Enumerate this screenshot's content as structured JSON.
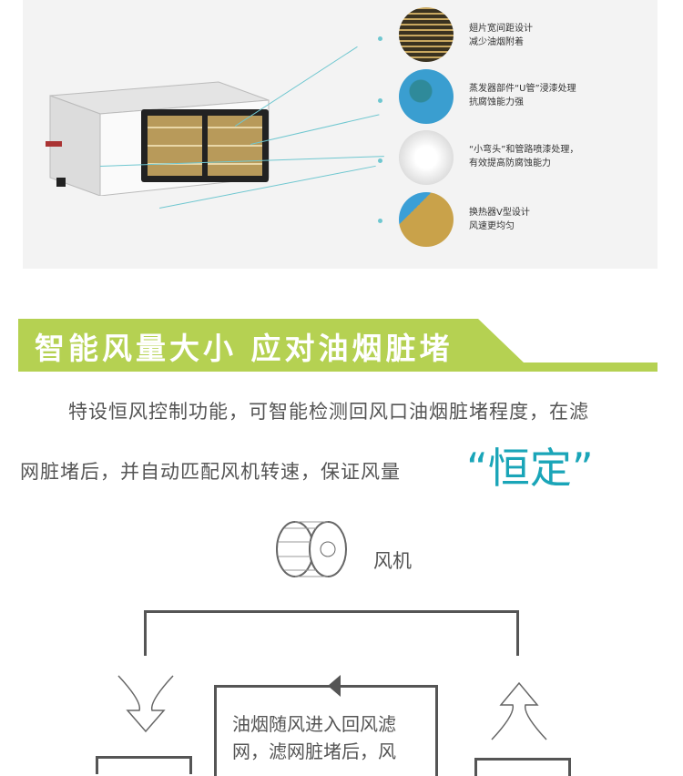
{
  "features": [
    {
      "line1": "翅片宽间距设计",
      "line2": "减少油烟附着",
      "icon": "fin-spacing-photo"
    },
    {
      "line1": "蒸发器部件“U管”浸漆处理",
      "line2": "抗腐蚀能力强",
      "icon": "u-tube-photo"
    },
    {
      "line1": "“小弯头”和管路喷漆处理，",
      "line2": "有效提高防腐蚀能力",
      "icon": "elbow-pipe-photo"
    },
    {
      "line1": "换热器V型设计",
      "line2": "风速更均匀",
      "icon": "v-heat-exchanger-photo"
    }
  ],
  "section": {
    "title": "智能风量大小 应对油烟脏堵",
    "accent": "#b5d152"
  },
  "description": {
    "line1": "特设恒风控制功能，可智能检测回风口油烟脏堵程度，在滤",
    "line2": "网脏堵后，并自动匹配风机转速，保证风量",
    "highlight": "“恒定”",
    "highlight_color": "#1aa5b8"
  },
  "diagram": {
    "fan_label": "风机",
    "box_line1": "油烟随风进入回风滤",
    "box_line2": "网，滤网脏堵后，风"
  }
}
